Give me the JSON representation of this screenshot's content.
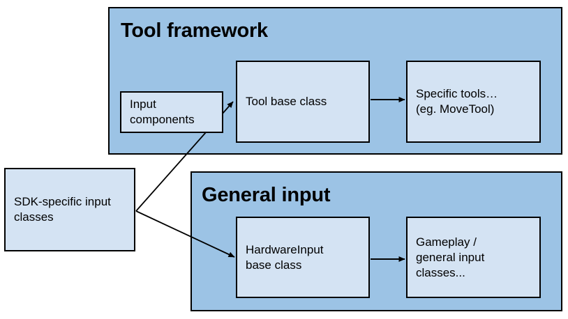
{
  "diagram": {
    "title_visible": false,
    "background_color": "#ffffff",
    "panel_fill": "#9CC3E5",
    "node_fill": "#D4E3F3",
    "stroke_color": "#000000",
    "panels": [
      {
        "id": "tool-framework",
        "title": "Tool framework"
      },
      {
        "id": "general-input",
        "title": "General input"
      }
    ],
    "nodes": [
      {
        "id": "sdk-input",
        "label": "SDK-specific input\nclasses"
      },
      {
        "id": "input-components",
        "label": "Input\ncomponents"
      },
      {
        "id": "tool-base-class",
        "label": "Tool base class"
      },
      {
        "id": "specific-tools",
        "label": "Specific tools…\n(eg. MoveTool)"
      },
      {
        "id": "hardware-input",
        "label": "HardwareInput\nbase class"
      },
      {
        "id": "gameplay-input",
        "label": "Gameplay /\ngeneral input\nclasses..."
      }
    ],
    "edges": [
      {
        "id": "sdk-to-tool-base",
        "from": "sdk-input",
        "to": "tool-base-class",
        "arrowhead": true
      },
      {
        "id": "sdk-to-hardware-input",
        "from": "sdk-input",
        "to": "hardware-input",
        "arrowhead": true
      },
      {
        "id": "tool-base-to-specific-tools",
        "from": "tool-base-class",
        "to": "specific-tools",
        "arrowhead": true
      },
      {
        "id": "hardware-input-to-gameplay",
        "from": "hardware-input",
        "to": "gameplay-input",
        "arrowhead": true
      }
    ]
  }
}
